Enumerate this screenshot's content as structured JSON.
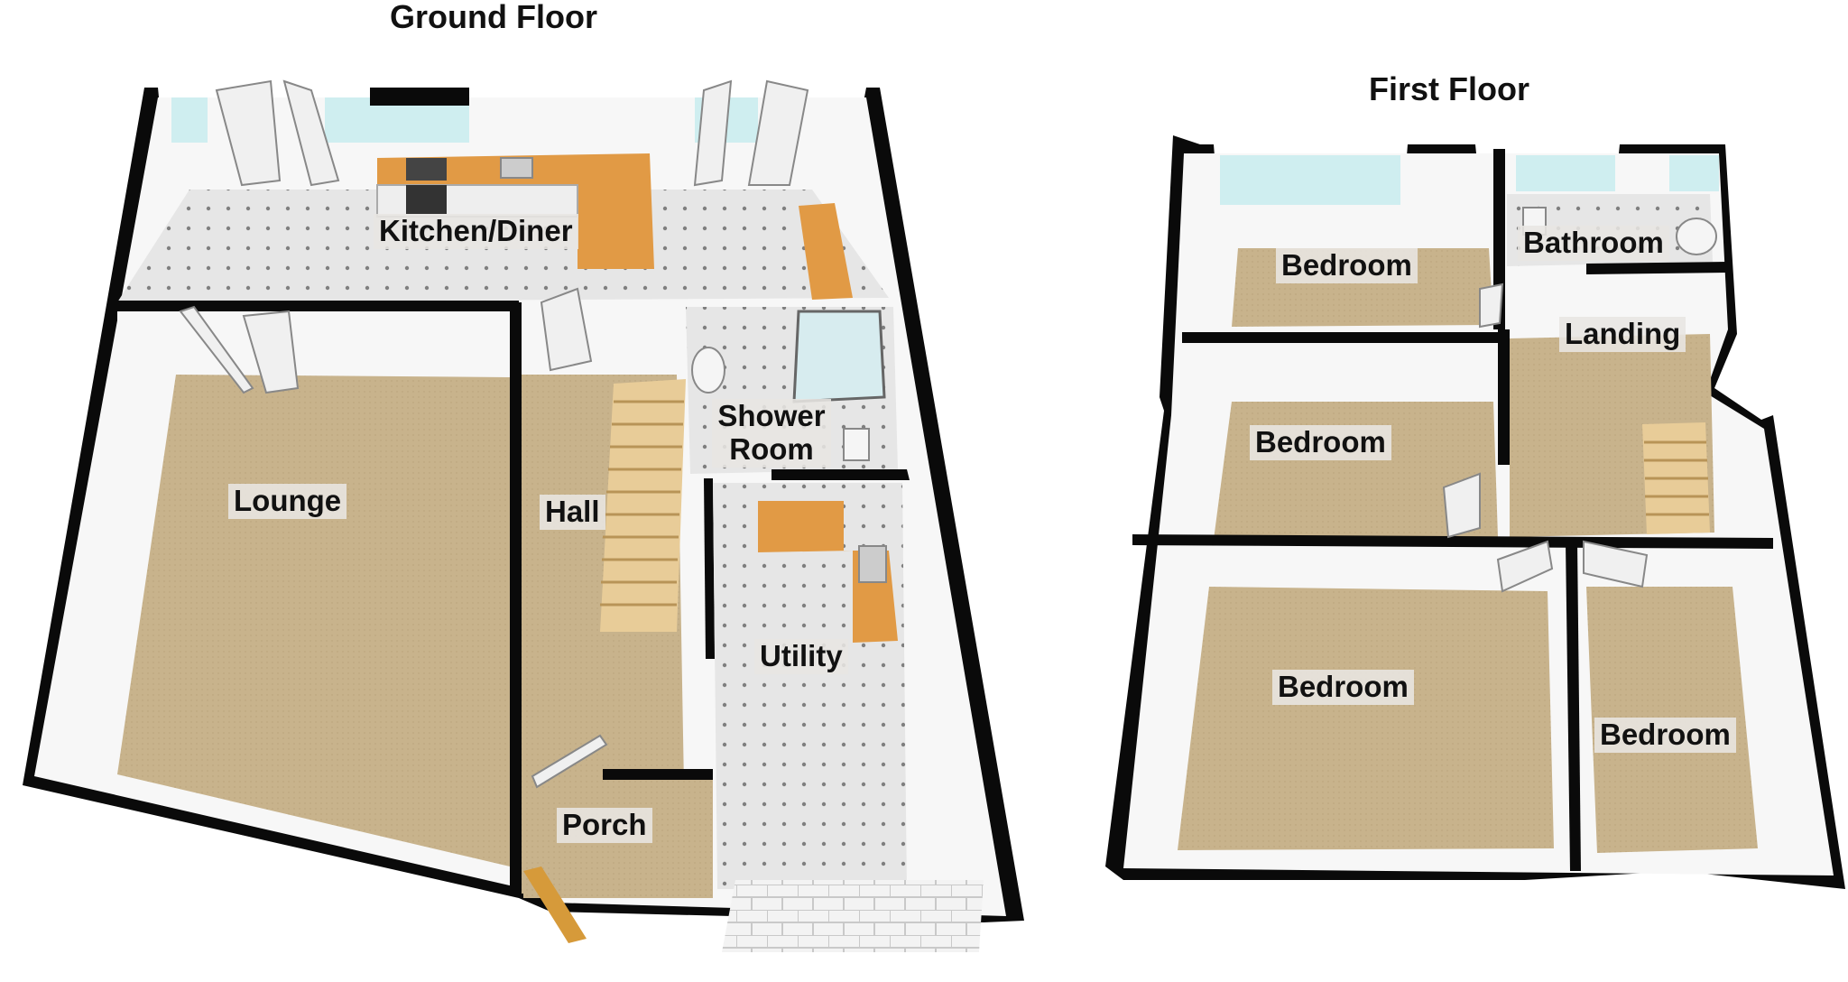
{
  "floors": [
    {
      "title": "Ground Floor",
      "rooms": [
        "Kitchen/Diner",
        "Lounge",
        "Hall",
        "Shower Room",
        "Utility",
        "Porch"
      ]
    },
    {
      "title": "First Floor",
      "rooms": [
        "Bedroom",
        "Bathroom",
        "Landing",
        "Bedroom",
        "Bedroom",
        "Bedroom"
      ]
    }
  ],
  "colors": {
    "wall": "#0a0a0a",
    "wall_face": "#f7f7f7",
    "carpet": "#c7b189",
    "tile": "#e8e8e8",
    "worktop": "#e19a45",
    "cabinet": "#f2f2f2",
    "window": "#cfeef0",
    "door": "#f0f0f0"
  }
}
